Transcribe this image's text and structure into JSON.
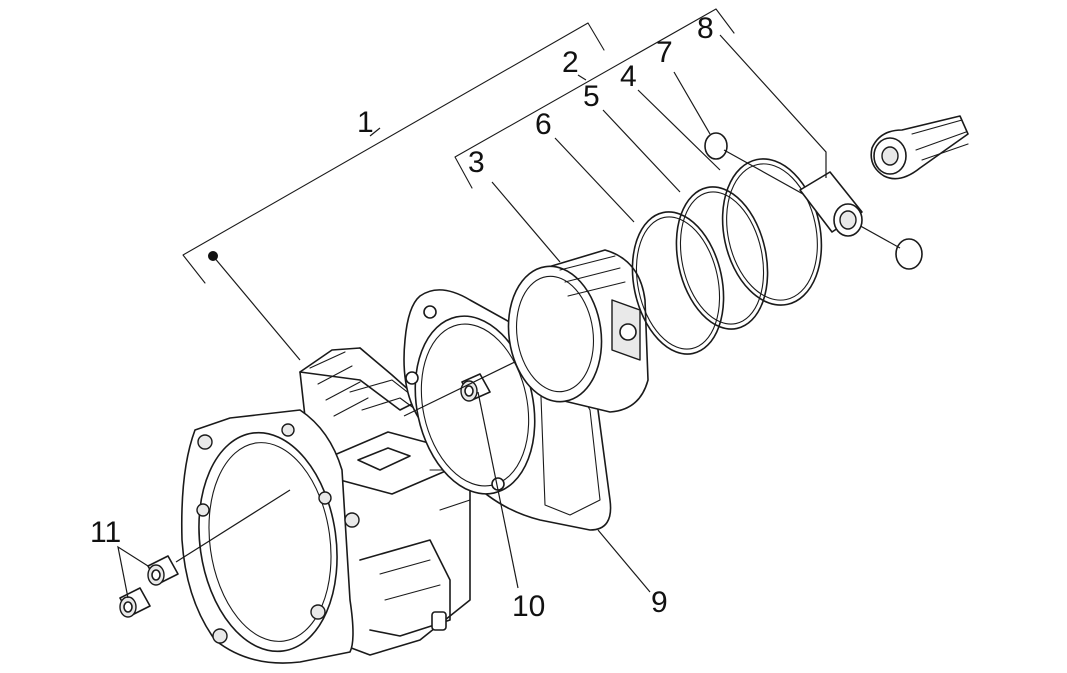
{
  "callouts": [
    {
      "id": "1",
      "label": "1",
      "part": "cylinder-piston-assembly"
    },
    {
      "id": "2",
      "label": "2",
      "part": "piston-assembly"
    },
    {
      "id": "3",
      "label": "3",
      "part": "piston"
    },
    {
      "id": "4",
      "label": "4",
      "part": "piston-ring-top"
    },
    {
      "id": "5",
      "label": "5",
      "part": "piston-ring-second"
    },
    {
      "id": "6",
      "label": "6",
      "part": "oil-scraper-ring"
    },
    {
      "id": "7",
      "label": "7",
      "part": "circlip"
    },
    {
      "id": "8",
      "label": "8",
      "part": "piston-pin"
    },
    {
      "id": "9",
      "label": "9",
      "part": "cylinder-base-gasket"
    },
    {
      "id": "10",
      "label": "10",
      "part": "centering-dowel"
    },
    {
      "id": "11",
      "label": "11",
      "part": "bushing-pair"
    }
  ],
  "colors": {
    "line": "#1a1a1a",
    "background": "#ffffff",
    "shade": "#e9e9e9"
  }
}
